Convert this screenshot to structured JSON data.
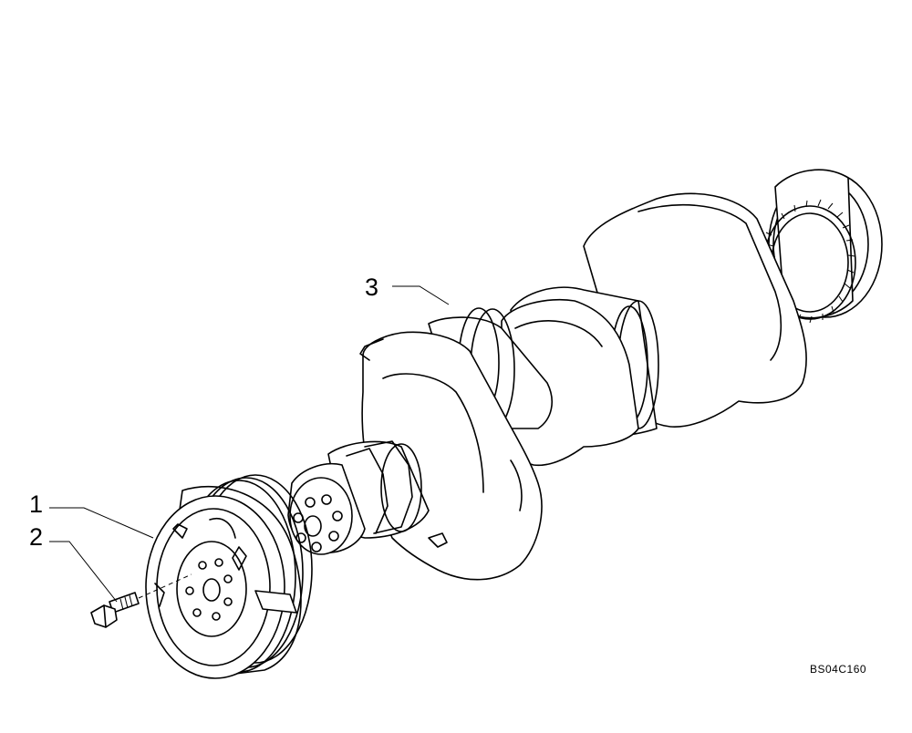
{
  "diagram": {
    "callouts": [
      {
        "id": "1"
      },
      {
        "id": "2"
      },
      {
        "id": "3"
      }
    ],
    "drawing_code": "BS04C160"
  }
}
